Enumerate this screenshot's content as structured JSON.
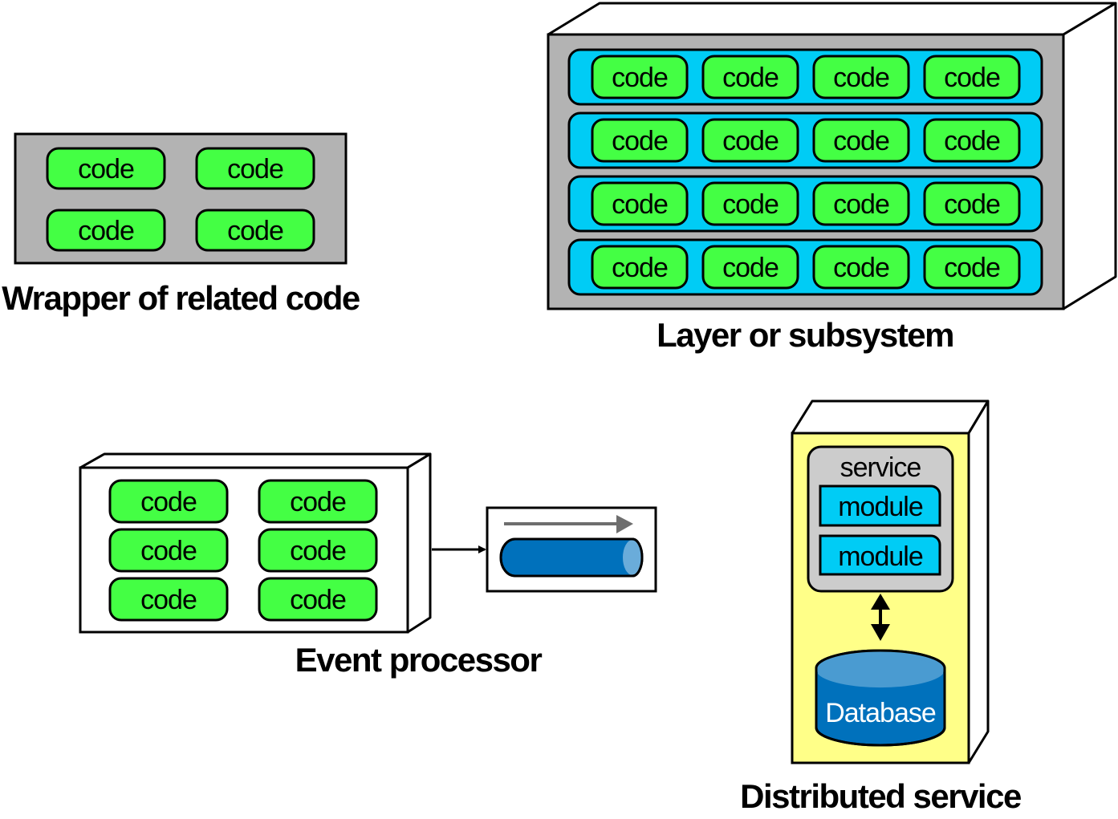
{
  "colors": {
    "code_fill": "#44FF44",
    "wrapper_fill": "#B3B3B3",
    "layer_fill": "#00CCF5",
    "service_fill": "#CCCCCC",
    "distributed_fill": "#FFFF88",
    "database_fill": "#0071BC",
    "database_top": "#4A9BD1",
    "queue_fill": "#0071BC",
    "queue_cap": "#6AACDA",
    "flow_arrow": "#6E6E6E"
  },
  "wrapper": {
    "label": "Wrapper of related code",
    "items": [
      "code",
      "code",
      "code",
      "code"
    ]
  },
  "layer": {
    "label": "Layer or subsystem",
    "rows": [
      [
        "code",
        "code",
        "code",
        "code"
      ],
      [
        "code",
        "code",
        "code",
        "code"
      ],
      [
        "code",
        "code",
        "code",
        "code"
      ],
      [
        "code",
        "code",
        "code",
        "code"
      ]
    ]
  },
  "event_processor": {
    "label": "Event processor",
    "items": [
      "code",
      "code",
      "code",
      "code",
      "code",
      "code"
    ]
  },
  "distributed_service": {
    "label": "Distributed service",
    "service_title": "service",
    "modules": [
      "module",
      "module"
    ],
    "database_label": "Database"
  }
}
